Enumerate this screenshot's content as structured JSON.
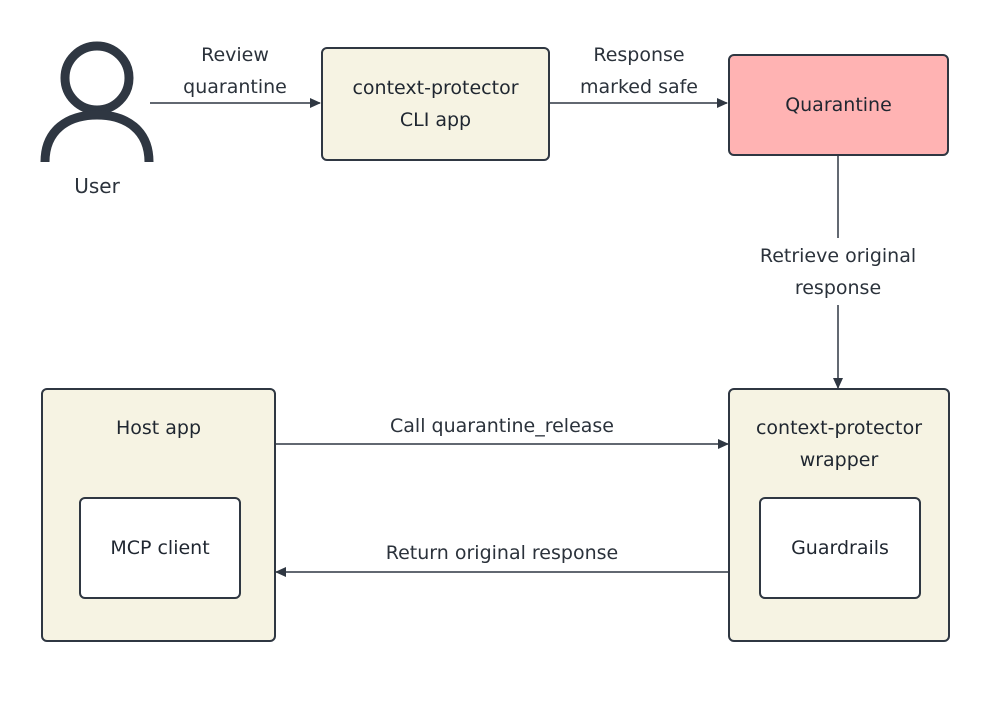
{
  "nodes": {
    "user": {
      "label": "User"
    },
    "cli_app": {
      "line1": "context-protector",
      "line2": "CLI app"
    },
    "quarantine": {
      "label": "Quarantine"
    },
    "host_app": {
      "title": "Host app",
      "inner": "MCP client"
    },
    "wrapper": {
      "line1": "context-protector",
      "line2": "wrapper",
      "inner": "Guardrails"
    }
  },
  "edges": {
    "user_to_cli": {
      "line1": "Review",
      "line2": "quarantine"
    },
    "cli_to_quarantine": {
      "line1": "Response",
      "line2": "marked safe"
    },
    "quarantine_to_wrapper": {
      "line1": "Retrieve original",
      "line2": "response"
    },
    "host_to_wrapper": {
      "label": "Call quarantine_release"
    },
    "wrapper_to_host": {
      "label": "Return original response"
    }
  },
  "colors": {
    "stroke": "#2f3742",
    "box_fill": "#f6f3e3",
    "quarantine_fill": "#ffb3b3",
    "inner_fill": "#ffffff"
  }
}
